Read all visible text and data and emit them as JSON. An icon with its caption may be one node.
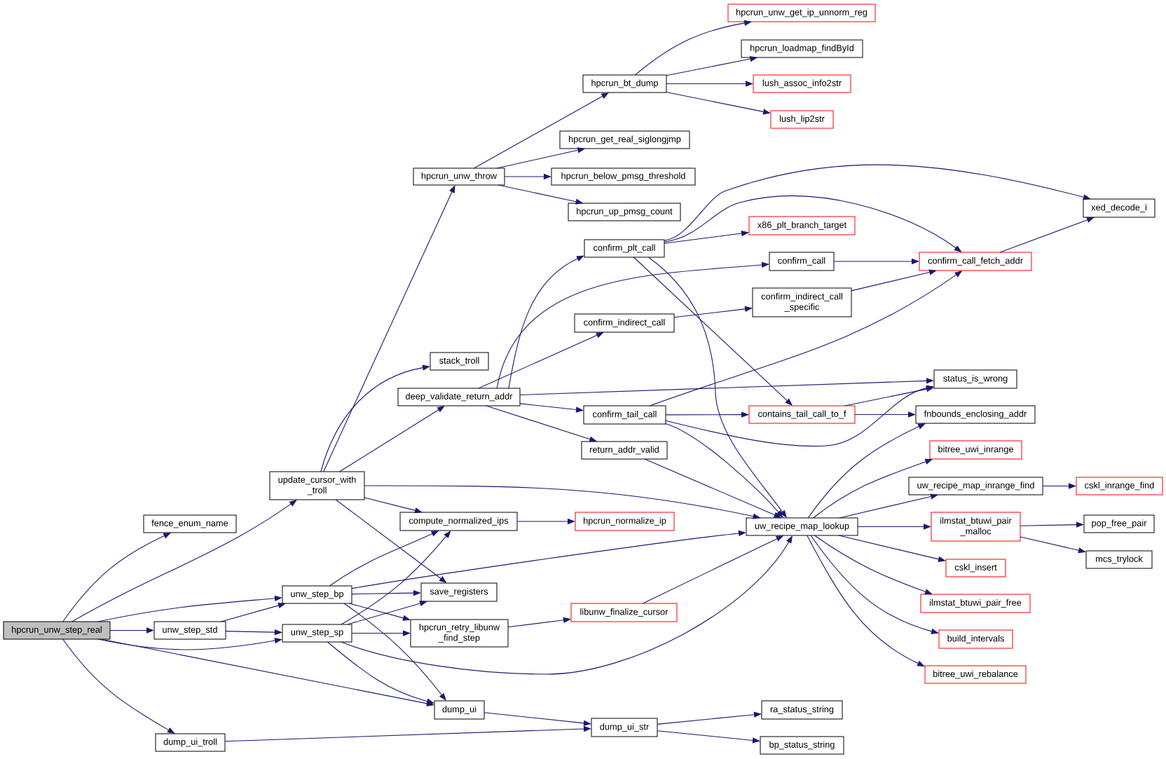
{
  "diagram": {
    "nodes": [
      {
        "text": [
          "hpcrun_unw_step_real"
        ]
      },
      {
        "text": [
          "fence_enum_name"
        ]
      },
      {
        "text": [
          "update_cursor_with _troll"
        ]
      },
      {
        "text": [
          "unw_step_std"
        ]
      },
      {
        "text": [
          "dump_ui_troll"
        ]
      },
      {
        "text": [
          "hpcrun_unw_throw"
        ]
      },
      {
        "text": [
          "stack_troll"
        ]
      },
      {
        "text": [
          "deep_validate_return_addr"
        ]
      },
      {
        "text": [
          "compute_normalized_ips"
        ]
      },
      {
        "text": [
          "unw_step_bp"
        ]
      },
      {
        "text": [
          "unw_step_sp"
        ]
      },
      {
        "text": [
          "save_registers"
        ]
      },
      {
        "text": [
          "hpcrun_retry_libunw _find_step"
        ]
      },
      {
        "text": [
          "dump_ui"
        ]
      },
      {
        "text": [
          "hpcrun_bt_dump"
        ]
      },
      {
        "text": [
          "hpcrun_get_real_siglongjmp"
        ]
      },
      {
        "text": [
          "hpcrun_below_pmsg_threshold"
        ]
      },
      {
        "text": [
          "hpcrun_up_pmsg_count"
        ]
      },
      {
        "text": [
          "confirm_plt_call"
        ]
      },
      {
        "text": [
          "confirm_indirect_call"
        ]
      },
      {
        "text": [
          "confirm_tail_call"
        ]
      },
      {
        "text": [
          "return_addr_valid"
        ]
      },
      {
        "text": [
          "hpcrun_normalize_ip"
        ]
      },
      {
        "text": [
          "libunw_finalize_cursor"
        ]
      },
      {
        "text": [
          "dump_ui_str"
        ]
      },
      {
        "text": [
          "hpcrun_unw_get_ip_unnorm_reg"
        ]
      },
      {
        "text": [
          "hpcrun_loadmap_findById"
        ]
      },
      {
        "text": [
          "lush_assoc_info2str"
        ]
      },
      {
        "text": [
          "lush_lip2str"
        ]
      },
      {
        "text": [
          "x86_plt_branch_target"
        ]
      },
      {
        "text": [
          "confirm_call"
        ]
      },
      {
        "text": [
          "confirm_indirect_call _specific"
        ]
      },
      {
        "text": [
          "contains_tail_call_to_f"
        ]
      },
      {
        "text": [
          "uw_recipe_map_lookup"
        ]
      },
      {
        "text": [
          "ra_status_string"
        ]
      },
      {
        "text": [
          "bp_status_string"
        ]
      },
      {
        "text": [
          "confirm_call_fetch_addr"
        ]
      },
      {
        "text": [
          "status_is_wrong"
        ]
      },
      {
        "text": [
          "fnbounds_enclosing_addr"
        ]
      },
      {
        "text": [
          "bitree_uwi_inrange"
        ]
      },
      {
        "text": [
          "uw_recipe_map_inrange_find"
        ]
      },
      {
        "text": [
          "ilmstat_btuwi_pair _malloc"
        ]
      },
      {
        "text": [
          "cskl_insert"
        ]
      },
      {
        "text": [
          "ilmstat_btuwi_pair_free"
        ]
      },
      {
        "text": [
          "build_intervals"
        ]
      },
      {
        "text": [
          "bitree_uwi_rebalance"
        ]
      },
      {
        "text": [
          "xed_decode_i"
        ]
      },
      {
        "text": [
          "cskl_inrange_find"
        ]
      },
      {
        "text": [
          "pop_free_pair"
        ]
      },
      {
        "text": [
          "mcs_trylock"
        ]
      }
    ],
    "edges": [
      {
        "from": 0,
        "to": 1,
        "arrow": "to"
      },
      {
        "from": 0,
        "to": 2,
        "arrow": "to"
      },
      {
        "from": 0,
        "to": 9,
        "arrow": "to"
      },
      {
        "from": 0,
        "to": 3,
        "arrow": "to"
      },
      {
        "from": 0,
        "to": 10,
        "arrow": "to"
      },
      {
        "from": 0,
        "to": 13,
        "arrow": "to"
      },
      {
        "from": 0,
        "to": 4,
        "arrow": "to"
      },
      {
        "from": 3,
        "to": 9,
        "arrow": "to"
      },
      {
        "from": 3,
        "to": 10,
        "arrow": "to"
      },
      {
        "from": 2,
        "to": 5,
        "arrow": "to"
      },
      {
        "from": 2,
        "to": 6,
        "arrow": "to"
      },
      {
        "from": 2,
        "to": 7,
        "arrow": "to"
      },
      {
        "from": 2,
        "to": 33,
        "arrow": "to"
      },
      {
        "from": 2,
        "to": 8,
        "arrow": "to"
      },
      {
        "from": 2,
        "to": 11,
        "arrow": "to"
      },
      {
        "from": 5,
        "to": 14,
        "arrow": "to"
      },
      {
        "from": 5,
        "to": 15,
        "arrow": "to"
      },
      {
        "from": 5,
        "to": 16,
        "arrow": "to"
      },
      {
        "from": 5,
        "to": 17,
        "arrow": "to"
      },
      {
        "from": 14,
        "to": 25,
        "arrow": "to"
      },
      {
        "from": 14,
        "to": 26,
        "arrow": "to"
      },
      {
        "from": 14,
        "to": 27,
        "arrow": "to"
      },
      {
        "from": 14,
        "to": 28,
        "arrow": "to"
      },
      {
        "from": 7,
        "to": 18,
        "arrow": "to"
      },
      {
        "from": 7,
        "to": 30,
        "arrow": "to"
      },
      {
        "from": 7,
        "to": 19,
        "arrow": "to"
      },
      {
        "from": 7,
        "to": 37,
        "arrow": "to"
      },
      {
        "from": 7,
        "to": 20,
        "arrow": "to"
      },
      {
        "from": 7,
        "to": 21,
        "arrow": "to"
      },
      {
        "from": 18,
        "to": 46,
        "arrow": "to"
      },
      {
        "from": 18,
        "to": 36,
        "arrow": "to"
      },
      {
        "from": 18,
        "to": 29,
        "arrow": "to"
      },
      {
        "from": 18,
        "to": 33,
        "arrow": "to"
      },
      {
        "from": 18,
        "to": 32,
        "arrow": "to"
      },
      {
        "from": 30,
        "to": 36,
        "arrow": "to"
      },
      {
        "from": 19,
        "to": 31,
        "arrow": "to"
      },
      {
        "from": 31,
        "to": 36,
        "arrow": "to"
      },
      {
        "from": 20,
        "to": 36,
        "arrow": "to"
      },
      {
        "from": 20,
        "to": 32,
        "arrow": "to"
      },
      {
        "from": 20,
        "to": 37,
        "arrow": "to"
      },
      {
        "from": 20,
        "to": 33,
        "arrow": "to"
      },
      {
        "from": 21,
        "to": 33,
        "arrow": "to"
      },
      {
        "from": 32,
        "to": 37,
        "arrow": "to"
      },
      {
        "from": 32,
        "to": 38,
        "arrow": "to"
      },
      {
        "from": 9,
        "to": 8,
        "arrow": "to"
      },
      {
        "from": 9,
        "to": 33,
        "arrow": "to"
      },
      {
        "from": 9,
        "to": 11,
        "arrow": "to"
      },
      {
        "from": 9,
        "to": 12,
        "arrow": "to"
      },
      {
        "from": 9,
        "to": 13,
        "arrow": "to"
      },
      {
        "from": 10,
        "to": 8,
        "arrow": "to"
      },
      {
        "from": 10,
        "to": 11,
        "arrow": "to"
      },
      {
        "from": 10,
        "to": 12,
        "arrow": "to"
      },
      {
        "from": 10,
        "to": 33,
        "arrow": "to"
      },
      {
        "from": 10,
        "to": 13,
        "arrow": "to"
      },
      {
        "from": 8,
        "to": 22,
        "arrow": "to"
      },
      {
        "from": 12,
        "to": 23,
        "arrow": "to"
      },
      {
        "from": 23,
        "to": 33,
        "arrow": "to"
      },
      {
        "from": 13,
        "to": 24,
        "arrow": "to"
      },
      {
        "from": 4,
        "to": 24,
        "arrow": "to"
      },
      {
        "from": 24,
        "to": 34,
        "arrow": "to"
      },
      {
        "from": 24,
        "to": 35,
        "arrow": "to"
      },
      {
        "from": 33,
        "to": 38,
        "arrow": "to"
      },
      {
        "from": 33,
        "to": 39,
        "arrow": "to"
      },
      {
        "from": 33,
        "to": 40,
        "arrow": "to"
      },
      {
        "from": 33,
        "to": 41,
        "arrow": "to"
      },
      {
        "from": 33,
        "to": 42,
        "arrow": "to"
      },
      {
        "from": 33,
        "to": 43,
        "arrow": "to"
      },
      {
        "from": 33,
        "to": 44,
        "arrow": "to"
      },
      {
        "from": 33,
        "to": 45,
        "arrow": "to"
      },
      {
        "from": 40,
        "to": 47,
        "arrow": "to"
      },
      {
        "from": 41,
        "to": 48,
        "arrow": "to"
      },
      {
        "from": 41,
        "to": 49,
        "arrow": "to"
      },
      {
        "from": 36,
        "to": 46,
        "arrow": "to"
      }
    ]
  }
}
